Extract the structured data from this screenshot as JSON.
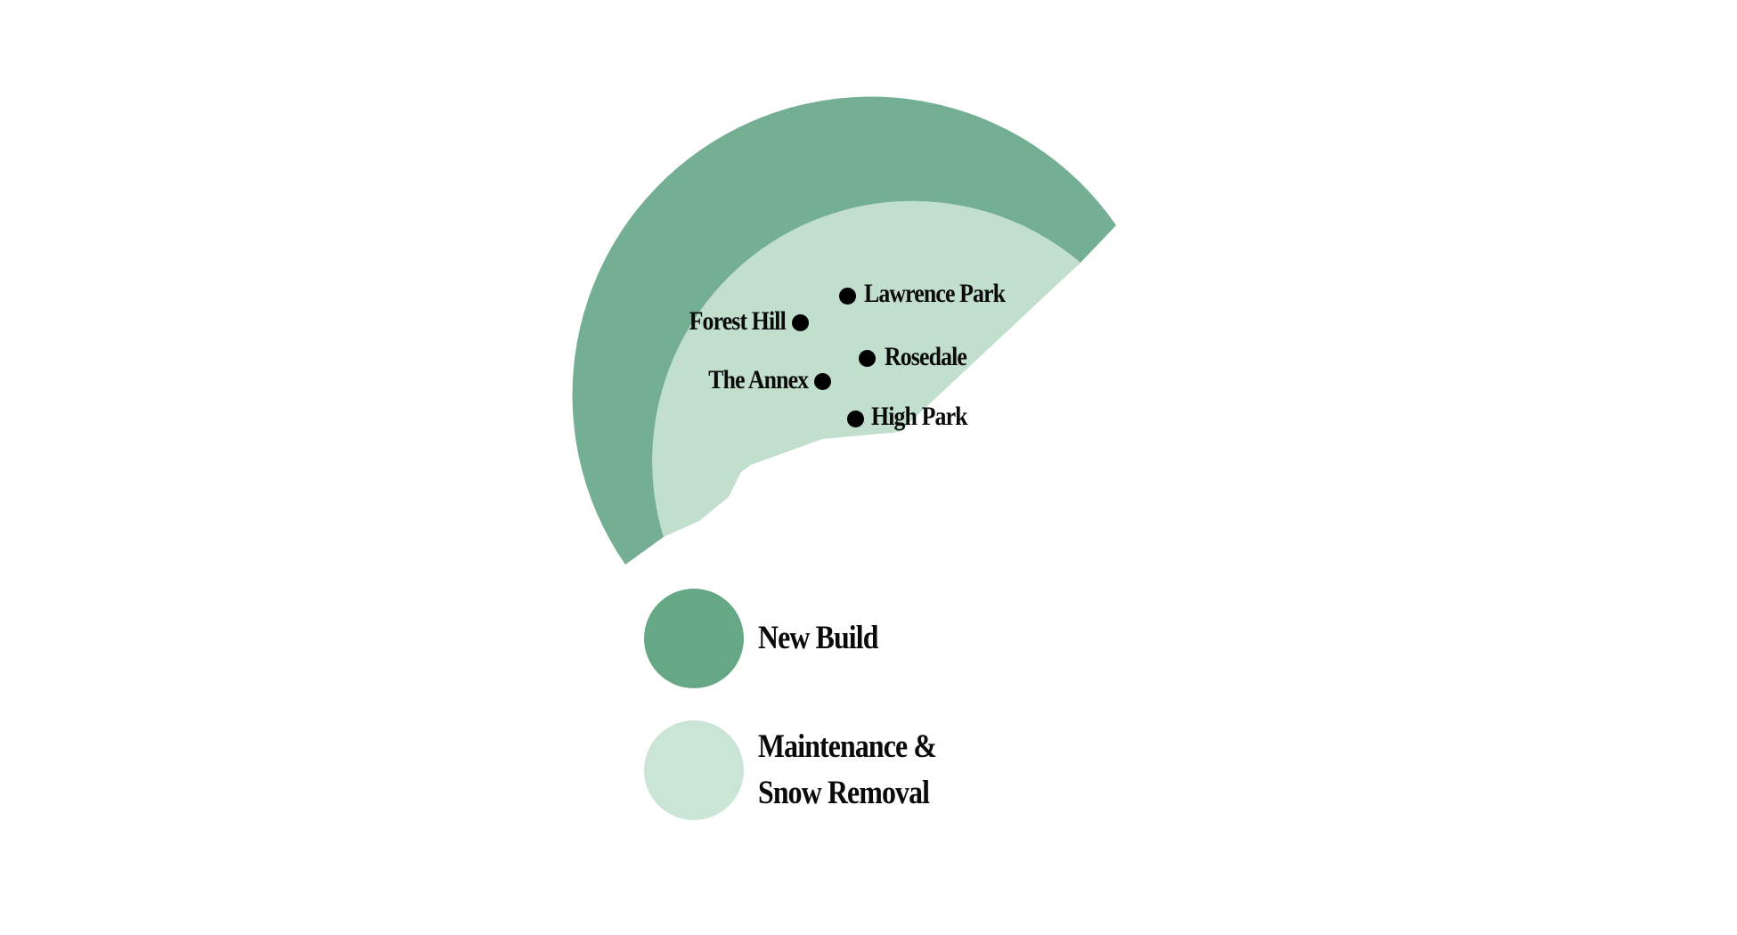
{
  "chart_data": {
    "type": "radial-area",
    "title": "",
    "series": [
      {
        "name": "New Build",
        "color": "#74AF94",
        "legend_color": "#66A885"
      },
      {
        "name": "Maintenance & Snow Removal",
        "color": "#C2DFCE",
        "legend_color": "#CAE4D6"
      }
    ],
    "points": [
      {
        "name": "Lawrence Park",
        "label_side": "right"
      },
      {
        "name": "Forest Hill",
        "label_side": "left"
      },
      {
        "name": "Rosedale",
        "label_side": "right"
      },
      {
        "name": "The Annex",
        "label_side": "left"
      },
      {
        "name": "High Park",
        "label_side": "right"
      }
    ],
    "legend_position": "bottom"
  },
  "labels": {
    "lawrence_park": "Lawrence Park",
    "forest_hill": "Forest Hill",
    "rosedale": "Rosedale",
    "the_annex": "The Annex",
    "high_park": "High Park"
  },
  "legend": {
    "items": [
      {
        "label": "New Build",
        "color": "#66A885"
      },
      {
        "label_line1": "Maintenance &",
        "label_line2": "Snow Removal",
        "color": "#CAE4D6"
      }
    ]
  }
}
